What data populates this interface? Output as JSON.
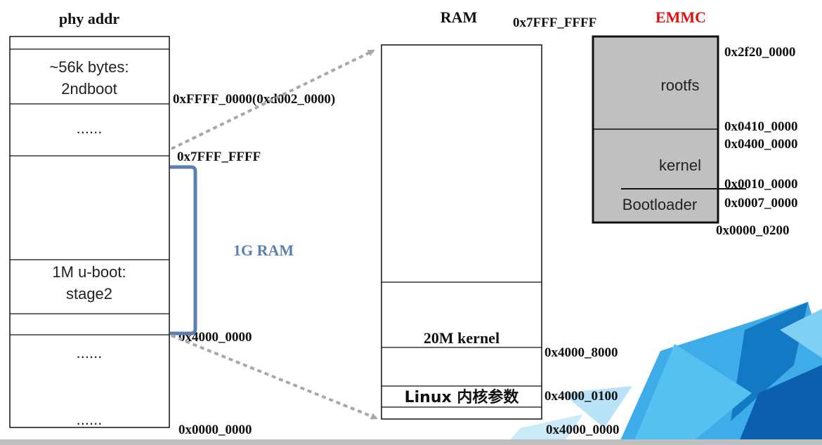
{
  "phy": {
    "title": "phy addr",
    "cells": [
      "~56k bytes:",
      "2ndboot",
      "......",
      "1M u-boot:",
      "stage2",
      "......",
      "......"
    ],
    "addr_ffff": "0xFFFF_0000(0xd002_0000)",
    "addr_7fff": "0x7FFF_FFFF",
    "addr_4000": "0x4000_0000",
    "addr_0000": "0x0000_0000"
  },
  "bracket_label": "1G RAM",
  "ram": {
    "title": "RAM",
    "top_addr": "0x7FFF_FFFF",
    "kernel_label": "20M kernel",
    "params_label": "Linux 内核参数",
    "addr_8000": "0x4000_8000",
    "addr_0100": "0x4000_0100",
    "addr_0000": "0x4000_0000"
  },
  "emmc": {
    "title": "EMMC",
    "rootfs": "rootfs",
    "kernel": "kernel",
    "bootloader": "Bootloader",
    "addrs": [
      "0x2f20_0000",
      "0x0410_0000",
      "0x0400_0000",
      "0x0010_0000",
      "0x0007_0000",
      "0x0000_0200"
    ]
  },
  "colors": {
    "bracket": "#5b7fae",
    "emmc_title": "#e01010",
    "emmc_fill": "#c0c0c0",
    "arrow": "#a8a8a8",
    "deco_blue": "#1e90d8"
  }
}
